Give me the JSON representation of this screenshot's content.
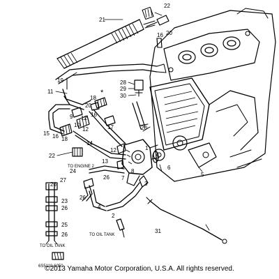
{
  "diagram": {
    "part_labels": {
      "p1": "1",
      "p2": "2",
      "p3": "3",
      "p4": "4",
      "p5": "5",
      "p6": "6",
      "p7": "7",
      "p8": "8",
      "p9": "9",
      "p10": "10",
      "p11": "11",
      "p12a": "12",
      "p12b": "12",
      "p12c": "12",
      "p13": "13",
      "p14": "14",
      "p15": "15",
      "p16a": "16",
      "p16b": "16",
      "p16c": "16",
      "p17": "17",
      "p18a": "18",
      "p18b": "18",
      "p19": "19",
      "p20a": "20",
      "p20b": "20",
      "p20c": "20",
      "p21": "21",
      "p22a": "22",
      "p22b": "22",
      "p23": "23",
      "p24": "24",
      "p25": "25",
      "p26a": "26",
      "p26b": "26",
      "p26c": "26",
      "p26d": "26",
      "p26e": "26",
      "p27": "27",
      "p28": "28",
      "p29": "29",
      "p30": "30",
      "p31": "31"
    },
    "star_mark": "*",
    "notes": {
      "to_engine": "TO ENGINE 2",
      "to_oil_tank_center": "TO OIL TANK",
      "to_oil_tank_left": "TO OIL TANK"
    },
    "drawing_code": "6S5110-6050",
    "copyright": "©2013 Yamaha Motor Corporation, U.S.A. All rights reserved."
  }
}
